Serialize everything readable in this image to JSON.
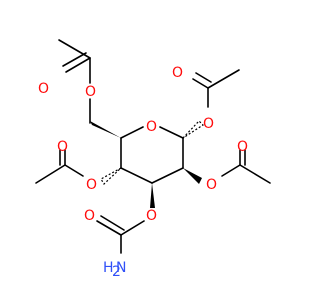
{
  "molecule": {
    "atoms": {
      "o_acetyl_c6_carbonyl": "O",
      "o_acetyl_c6_ester": "O",
      "o_ring": "O",
      "o_acetyl_c1_carbonyl": "O",
      "o_acetyl_c1_ester": "O",
      "o_acetyl_c4_carbonyl": "O",
      "o_acetyl_c4_ester": "O",
      "o_acetyl_c2_carbonyl": "O",
      "o_acetyl_c2_ester": "O",
      "o_carbamate_ester": "O",
      "o_carbamate_carbonyl": "O",
      "n_amine": "N",
      "h_amine": "H",
      "h2_subscript": "2"
    },
    "colors": {
      "bond": "#000000",
      "oxygen": "#ff0d0d",
      "nitrogen": "#3050f8"
    }
  }
}
